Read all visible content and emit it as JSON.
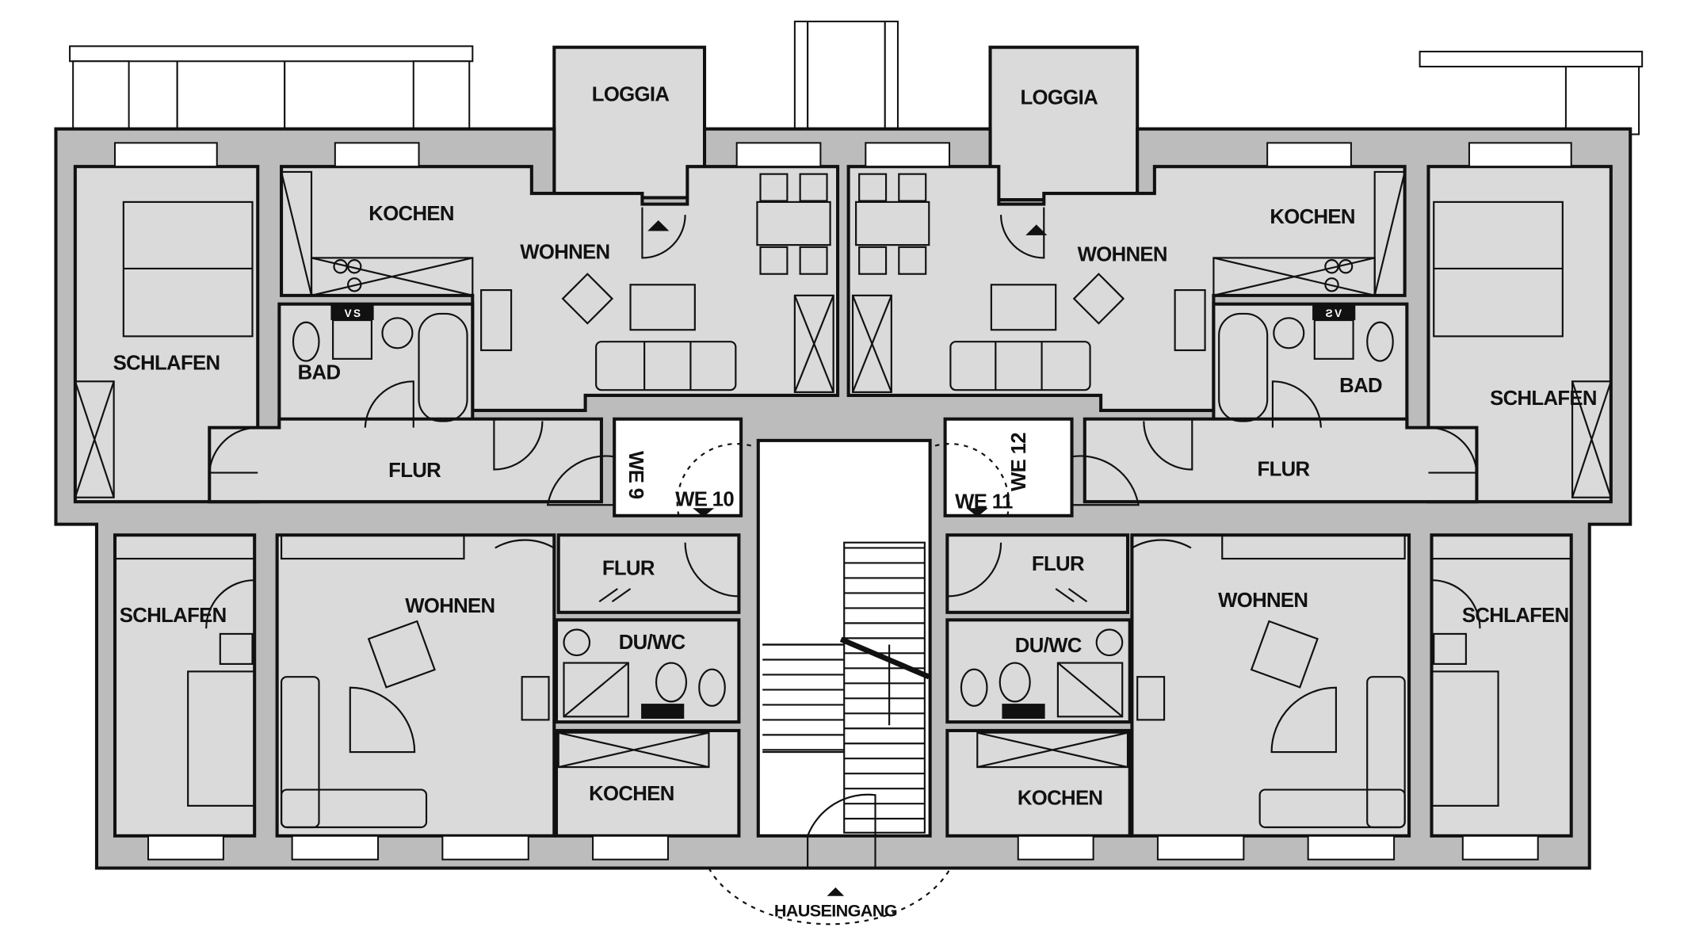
{
  "title": "Grundriss Obergeschoss",
  "colors": {
    "wall": "#bcbcbc",
    "room": "#dadada",
    "line": "#111111",
    "stair": "#ffffff"
  },
  "units": {
    "we9": {
      "label": "WE 9",
      "rooms": {
        "schlafen": "SCHLAFEN",
        "kochen": "KOCHEN",
        "wohnen": "WOHNEN",
        "bad": "BAD",
        "flur": "FLUR",
        "loggia": "LOGGIA"
      }
    },
    "we10": {
      "label": "WE 10",
      "rooms": {
        "schlafen": "SCHLAFEN",
        "wohnen": "WOHNEN",
        "flur": "FLUR",
        "duwc": "DU/WC",
        "kochen": "KOCHEN"
      }
    },
    "we11": {
      "label": "WE 11",
      "rooms": {
        "schlafen": "SCHLAFEN",
        "wohnen": "WOHNEN",
        "flur": "FLUR",
        "duwc": "DU/WC",
        "kochen": "KOCHEN"
      }
    },
    "we12": {
      "label": "WE 12",
      "rooms": {
        "schlafen": "SCHLAFEN",
        "kochen": "KOCHEN",
        "wohnen": "WOHNEN",
        "bad": "BAD",
        "flur": "FLUR",
        "loggia": "LOGGIA"
      }
    }
  },
  "entrance": "HAUSEINGANG",
  "shaft_label": "V S"
}
